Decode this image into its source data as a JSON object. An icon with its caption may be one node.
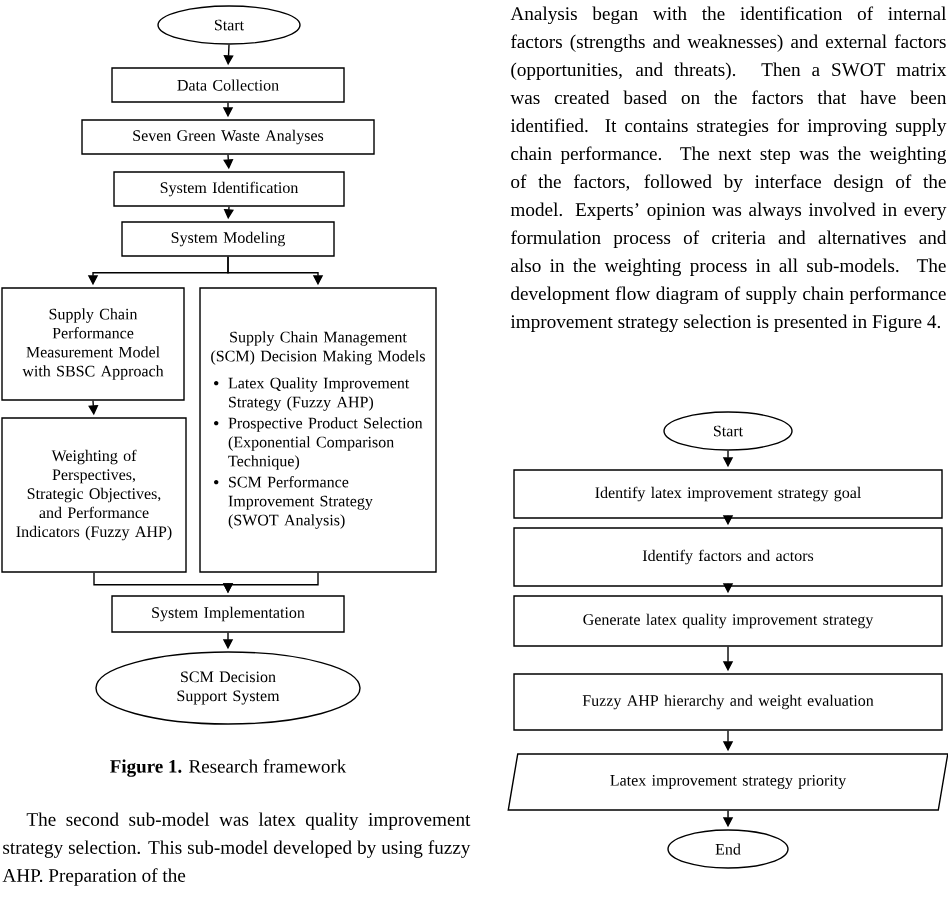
{
  "diagram": {
    "nodes": [
      {
        "text": [
          "Start"
        ]
      },
      {
        "text": [
          "Data Collection"
        ]
      },
      {
        "text": [
          "Seven Green Waste Analyses"
        ]
      },
      {
        "text": [
          "System Identification"
        ]
      },
      {
        "text": [
          "System Modeling"
        ]
      },
      {
        "text": [
          "Supply Chain Performance Measurement Model with SBSC Approach"
        ]
      },
      {
        "text": [
          "Supply Chain Management (SCM) Decision Making Models",
          "Latex Quality Improvement Strategy (Fuzzy AHP)",
          "Prospective Product Selection (Exponential Comparison Technique)",
          "SCM Performance Improvement Strategy (SWOT Analysis)"
        ]
      },
      {
        "text": [
          "Weighting of Perspectives, Strategic Objectives, and Performance Indicators (Fuzzy AHP)"
        ]
      },
      {
        "text": [
          "System Implementation"
        ]
      },
      {
        "text": [
          "SCM Decision Support System"
        ]
      },
      {
        "text": [
          "Start"
        ]
      },
      {
        "text": [
          "Identify latex improvement strategy goal"
        ]
      },
      {
        "text": [
          "Identify factors and actors"
        ]
      },
      {
        "text": [
          "Generate latex quality improvement strategy"
        ]
      },
      {
        "text": [
          "Fuzzy AHP hierarchy and weight evaluation"
        ]
      },
      {
        "text": [
          "Latex improvement strategy priority"
        ]
      },
      {
        "text": [
          "End"
        ]
      }
    ],
    "edges": [
      {
        "from": 0,
        "to": 1,
        "arrow": "to"
      },
      {
        "from": 1,
        "to": 2,
        "arrow": "to"
      },
      {
        "from": 2,
        "to": 3,
        "arrow": "to"
      },
      {
        "from": 3,
        "to": 4,
        "arrow": "to"
      },
      {
        "from": 4,
        "to": 5,
        "arrow": "to"
      },
      {
        "from": 4,
        "to": 6,
        "arrow": "to"
      },
      {
        "from": 5,
        "to": 7,
        "arrow": "to"
      },
      {
        "from": 7,
        "to": 8,
        "arrow": "to"
      },
      {
        "from": 6,
        "to": 8,
        "arrow": "to"
      },
      {
        "from": 8,
        "to": 9,
        "arrow": "to"
      },
      {
        "from": 10,
        "to": 11,
        "arrow": "to"
      },
      {
        "from": 11,
        "to": 12,
        "arrow": "to"
      },
      {
        "from": 12,
        "to": 13,
        "arrow": "to"
      },
      {
        "from": 13,
        "to": 14,
        "arrow": "to"
      },
      {
        "from": 14,
        "to": 15,
        "arrow": "to"
      },
      {
        "from": 15,
        "to": 16,
        "arrow": "to"
      }
    ],
    "labels": [
      "**Figure 1.** Research framework",
      "The second sub-model was latex quality improvement strategy selection. This sub-model developed by using fuzzy AHP. Preparation of the",
      "Analysis began with the identification of internal factors (strengths and weaknesses) and external factors (opportunities, and threats). Then a SWOT matrix was created based on the factors that have been identified. It contains strategies for improving supply chain performance. The next step was the weighting of the factors, followed by interface design of the model. Experts’ opinion was always involved in every formulation process of criteria and alternatives and also in the weighting process in all sub-models. The development flow diagram of supply chain performance improvement strategy selection is presented in Figure 4."
    ]
  }
}
